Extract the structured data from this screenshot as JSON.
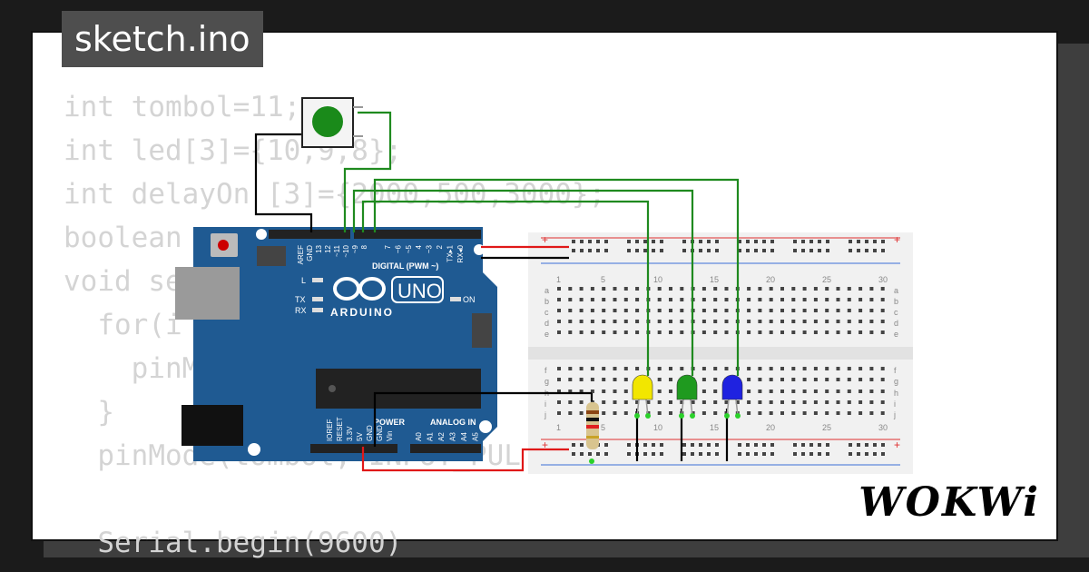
{
  "file_tab": {
    "label": "sketch.ino"
  },
  "code_lines": [
    "int tombol=11;",
    "int led[3]={10,9,8};",
    "int delayOn [3]={2000,500,3000};",
    "boolean",
    "void se",
    "  for(i",
    "    pinM                          T)",
    "  }",
    "  pinMode(tombol, INPUT_PUL",
    "",
    "  Serial.begin(9600)"
  ],
  "arduino": {
    "brand": "ARDUINO",
    "model": "UNO",
    "digital_header": "DIGITAL (PWM ~)",
    "power_header": "POWER",
    "analog_header": "ANALOG IN",
    "digital_pins": [
      "AREF",
      "GND",
      "13",
      "12",
      "~11",
      "~10",
      "~9",
      "8",
      "7",
      "~6",
      "~5",
      "4",
      "~3",
      "2",
      "TX▸1",
      "RX◂0"
    ],
    "power_pins": [
      "IOREF",
      "RESET",
      "3.3V",
      "5V",
      "GND",
      "GND",
      "Vin"
    ],
    "analog_pins": [
      "A0",
      "A1",
      "A2",
      "A3",
      "A4",
      "A5"
    ],
    "indicators": [
      "L",
      "TX",
      "RX",
      "ON"
    ]
  },
  "breadboard": {
    "column_numbers": [
      "1",
      "5",
      "10",
      "15",
      "20",
      "25",
      "30"
    ],
    "row_letters_top": [
      "a",
      "b",
      "c",
      "d",
      "e"
    ],
    "row_letters_bottom": [
      "f",
      "g",
      "h",
      "i",
      "j"
    ],
    "rail_plus": "+",
    "rail_minus": "-"
  },
  "components": {
    "button_color": "#1a8a1a",
    "leds": [
      {
        "name": "yellow",
        "color": "#f2e600"
      },
      {
        "name": "green",
        "color": "#1f9a1f"
      },
      {
        "name": "blue",
        "color": "#1f22e0"
      }
    ]
  },
  "colors": {
    "board": "#1f5a92",
    "wire_green": "#1f8a1f",
    "wire_black": "#000000",
    "wire_red": "#e01818"
  },
  "brand_logo": "WOKWi"
}
